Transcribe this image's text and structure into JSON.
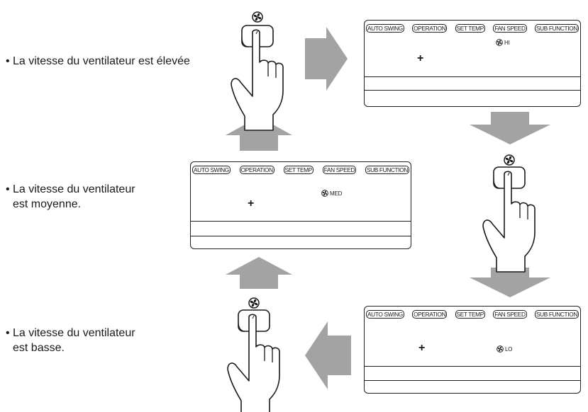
{
  "captions": {
    "high": [
      "La vitesse du ventilateur est élevée"
    ],
    "medium": [
      "La vitesse du ventilateur",
      "est moyenne."
    ],
    "low": [
      "La vitesse du ventilateur",
      "est basse."
    ]
  },
  "panel_buttons": [
    "AUTO SWING",
    "OPERATION",
    "SET TEMP",
    "FAN SPEED",
    "SUB FUNCTION"
  ],
  "speed_labels": {
    "high": "HI",
    "medium": "MED",
    "low": "LO"
  },
  "spin_symbol": "+",
  "colors": {
    "arrow": "#a3a3a3",
    "ink": "#1a1a1a",
    "background": "#ffffff"
  },
  "icons": [
    "fan-icon",
    "hand-press-icon",
    "arrow-right",
    "arrow-down",
    "arrow-up",
    "arrow-left"
  ]
}
